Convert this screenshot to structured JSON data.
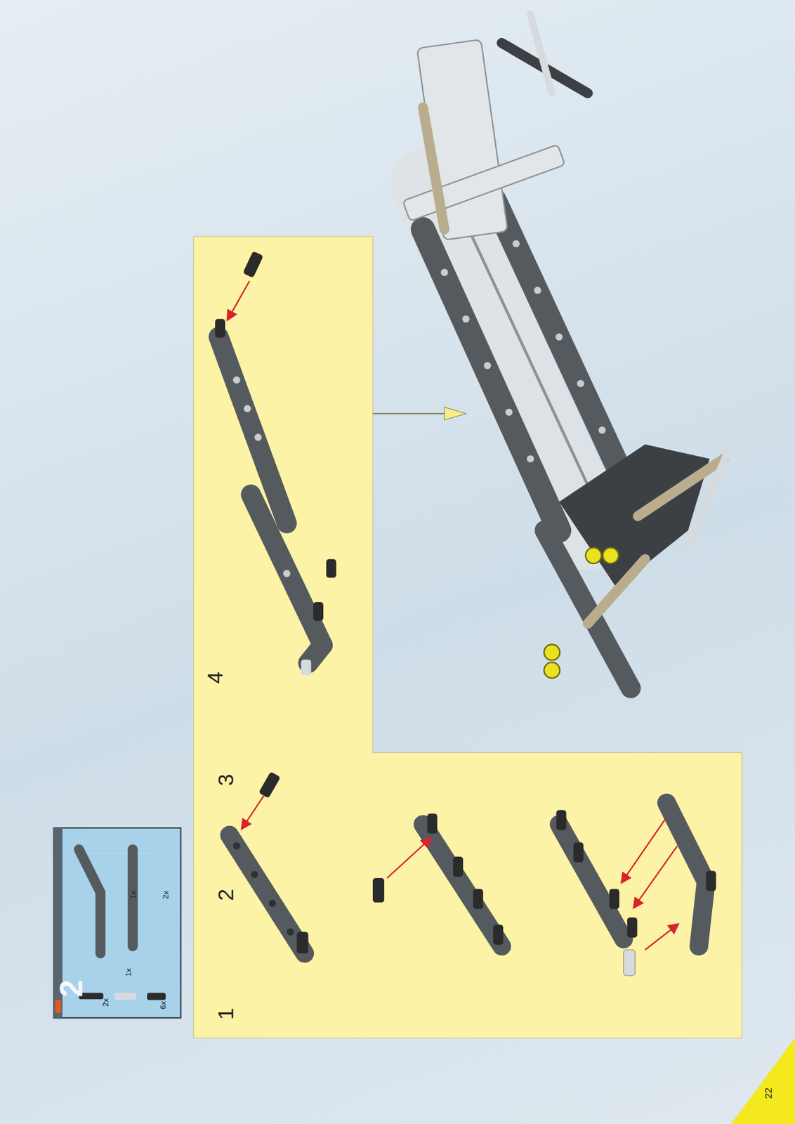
{
  "diagram": {
    "labels": [
      "2",
      "2x",
      "1x",
      "6x",
      "1x",
      "2x",
      "1",
      "2",
      "3",
      "4",
      "22"
    ]
  }
}
